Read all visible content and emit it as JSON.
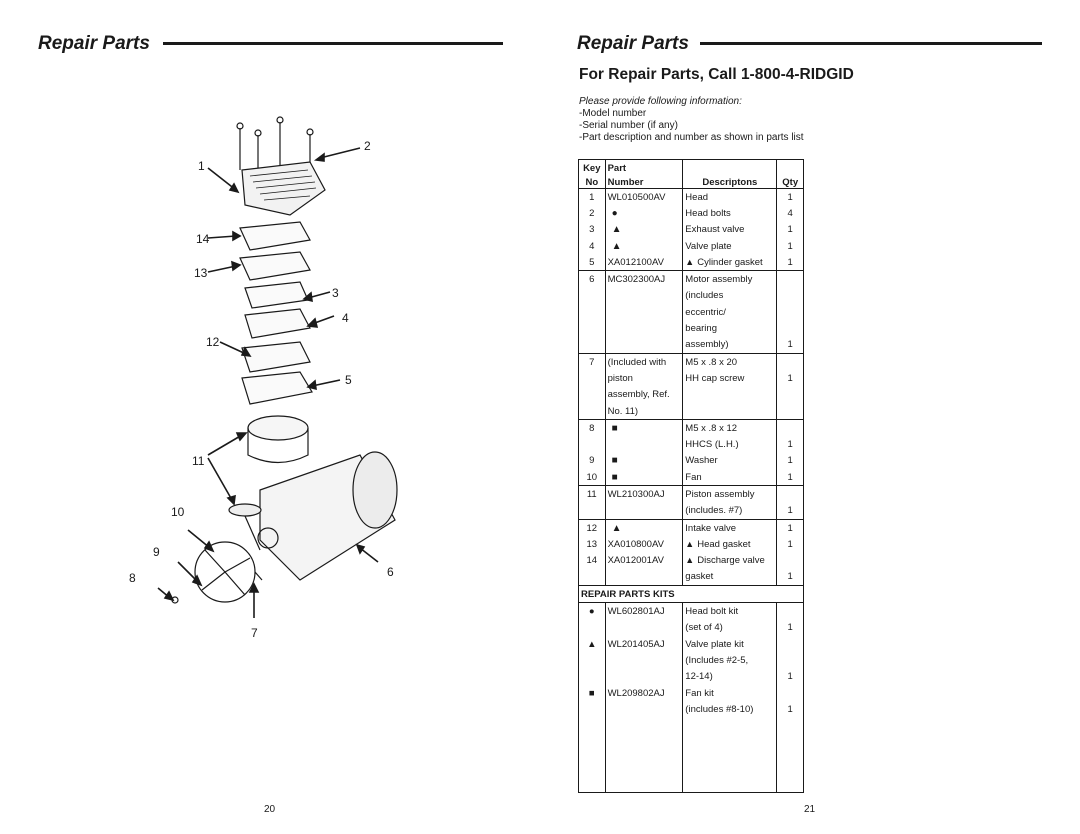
{
  "left_page": {
    "title": "Repair Parts",
    "page_number": "20",
    "callouts": [
      "1",
      "2",
      "14",
      "13",
      "3",
      "4",
      "12",
      "5",
      "11",
      "10",
      "9",
      "8",
      "6",
      "7"
    ]
  },
  "right_page": {
    "title": "Repair Parts",
    "subheading": "For Repair Parts, Call 1-800-4-RIDGID",
    "info_intro": "Please provide following information:",
    "info_lines": [
      "-Model number",
      "-Serial number (if any)",
      "-Part description and number as shown in parts list"
    ],
    "page_number": "21"
  },
  "table": {
    "headers": {
      "key_1": "Key",
      "key_2": "No",
      "part_1": "Part",
      "part_2": "Number",
      "desc": "Descriptons",
      "qty": "Qty"
    },
    "rows": [
      {
        "key": "1",
        "part": "WL010500AV",
        "desc": "Head",
        "qty": "1",
        "top": false
      },
      {
        "key": "2",
        "part_icon": "circle-icon",
        "part": "●",
        "desc": "Head bolts",
        "qty": "4"
      },
      {
        "key": "3",
        "part_icon": "triangle-icon",
        "part": "▲",
        "desc": "Exhaust valve",
        "qty": "1"
      },
      {
        "key": "4",
        "part_icon": "triangle-icon",
        "part": "▲",
        "desc": "Valve plate",
        "qty": "1"
      },
      {
        "key": "5",
        "part": "XA012100AV",
        "desc_icon": "triangle-icon",
        "desc_sym": "▲",
        "desc": "Cylinder gasket",
        "qty": "1"
      },
      {
        "key": "6",
        "part": "MC302300AJ",
        "desc": "Motor assembly",
        "qty": ""
      },
      {
        "key": "",
        "part": "",
        "desc": "(includes",
        "qty": ""
      },
      {
        "key": "",
        "part": "",
        "desc": "eccentric/",
        "qty": ""
      },
      {
        "key": "",
        "part": "",
        "desc": "bearing",
        "qty": ""
      },
      {
        "key": "",
        "part": "",
        "desc": "assembly)",
        "qty": "1"
      },
      {
        "key": "7",
        "part": "(Included with",
        "desc": "M5 x .8 x 20",
        "qty": ""
      },
      {
        "key": "",
        "part": "piston",
        "desc": "HH cap screw",
        "qty": "1"
      },
      {
        "key": "",
        "part": "assembly, Ref.",
        "desc": "",
        "qty": ""
      },
      {
        "key": "",
        "part": "No. 11)",
        "desc": "",
        "qty": ""
      },
      {
        "key": "8",
        "part_icon": "square-icon",
        "part": "■",
        "desc": "M5 x .8 x 12",
        "qty": ""
      },
      {
        "key": "",
        "part": "",
        "desc": "HHCS (L.H.)",
        "qty": "1"
      },
      {
        "key": "9",
        "part_icon": "square-icon",
        "part": "■",
        "desc": "Washer",
        "qty": "1"
      },
      {
        "key": "10",
        "part_icon": "square-icon",
        "part": "■",
        "desc": "Fan",
        "qty": "1"
      },
      {
        "key": "11",
        "part": "WL210300AJ",
        "desc": "Piston assembly",
        "qty": ""
      },
      {
        "key": "",
        "part": "",
        "desc": "(includes. #7)",
        "qty": "1"
      },
      {
        "key": "12",
        "part_icon": "triangle-icon",
        "part": "▲",
        "desc": "Intake valve",
        "qty": "1"
      },
      {
        "key": "13",
        "part": "XA010800AV",
        "desc_icon": "triangle-icon",
        "desc_sym": "▲",
        "desc": "Head gasket",
        "qty": "1"
      },
      {
        "key": "14",
        "part": "XA012001AV",
        "desc_icon": "triangle-icon",
        "desc_sym": "▲",
        "desc": "Discharge valve",
        "qty": ""
      },
      {
        "key": "",
        "part": "",
        "desc": "gasket",
        "qty": "1"
      }
    ],
    "kits_heading": "REPAIR PARTS KITS",
    "kits": [
      {
        "key_icon": "circle-icon",
        "key": "●",
        "part": "WL602801AJ",
        "desc": "Head bolt kit",
        "qty": ""
      },
      {
        "key": "",
        "part": "",
        "desc": "(set of 4)",
        "qty": "1"
      },
      {
        "key_icon": "triangle-icon",
        "key": "▲",
        "part": "WL201405AJ",
        "desc": "Valve plate kit",
        "qty": ""
      },
      {
        "key": "",
        "part": "",
        "desc": "(Includes #2-5,",
        "qty": ""
      },
      {
        "key": "",
        "part": "",
        "desc": "12-14)",
        "qty": "1"
      },
      {
        "key_icon": "square-icon",
        "key": "■",
        "part": "WL209802AJ",
        "desc": "Fan kit",
        "qty": ""
      },
      {
        "key": "",
        "part": "",
        "desc": "(includes #8-10)",
        "qty": "1"
      }
    ]
  }
}
